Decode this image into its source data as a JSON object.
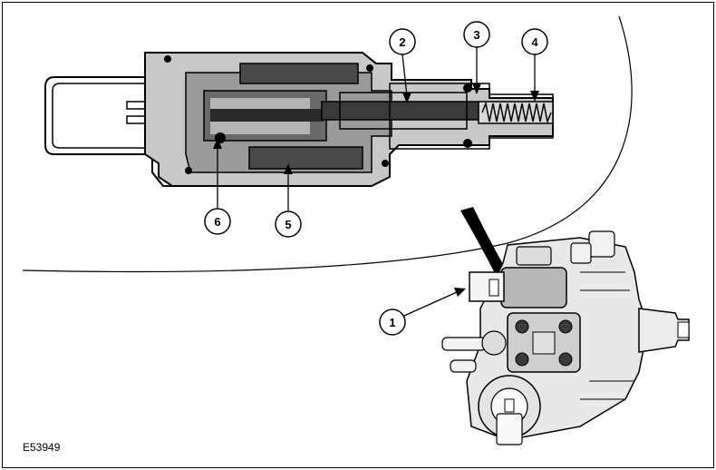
{
  "figure": {
    "code": "E53949",
    "callouts": [
      {
        "id": "1",
        "label": "1"
      },
      {
        "id": "2",
        "label": "2"
      },
      {
        "id": "3",
        "label": "3"
      },
      {
        "id": "4",
        "label": "4"
      },
      {
        "id": "5",
        "label": "5"
      },
      {
        "id": "6",
        "label": "6"
      }
    ]
  },
  "colors": {
    "line": "#000000",
    "light_gray": "#c8c8c8",
    "mid_gray": "#9a9a9a",
    "dark_gray": "#4a4a4a",
    "near_black": "#2a2a2a"
  }
}
